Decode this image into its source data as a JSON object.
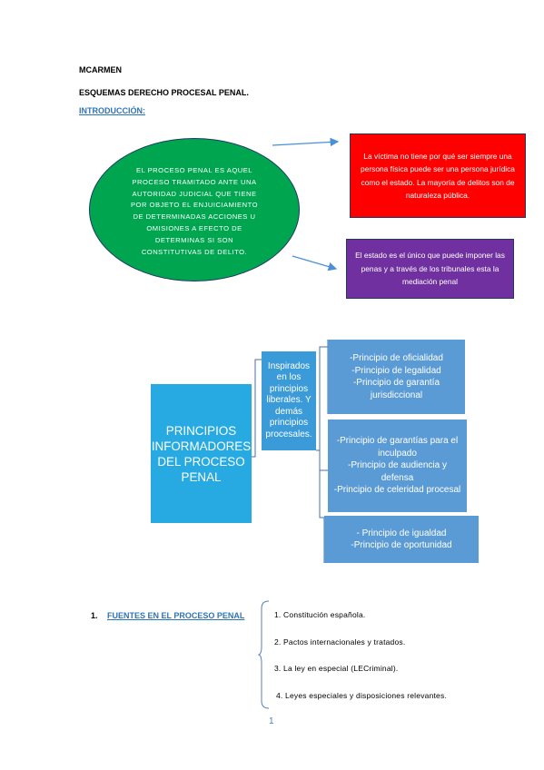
{
  "header": {
    "author": "MCARMEN",
    "title": "ESQUEMAS DERECHO PROCESAL PENAL.",
    "intro_link": "INTRODUCCIÓN:"
  },
  "intro": {
    "ellipse_lines": [
      "EL PROCESO PENAL ES AQUEL",
      "PROCESO TRAMITADO ANTE UNA",
      "AUTORIDAD JUDICIAL QUE TIENE",
      "POR OBJETO EL ENJUICIAMIENTO",
      "DE DETERMINADAS ACCIONES U",
      "OMISIONES A EFECTO DE",
      "DETERMINAS SI SON",
      "CONSTITUTIVAS DE DELITO."
    ],
    "red_box": "La víctima no tiene por qué ser siempre una persona física puede ser una persona jurídica como el estado. La mayoría de delitos son de naturaleza pública.",
    "purple_box": "El estado es el único que puede imponer las penas y a través de los tribunales esta la mediación penal",
    "colors": {
      "ellipse": "#00a550",
      "red_box": "#ff0000",
      "purple_box": "#7030a0",
      "arrow": "#4a90d9"
    }
  },
  "principles": {
    "main": "PRINCIPIOS INFORMADORES DEL PROCESO PENAL",
    "inspired": "Inspirados en los principios liberales. Y demás principios procesales.",
    "group1": [
      "-Principio de oficialidad",
      "-Principio de legalidad",
      "-Principio de garantía jurisdiccional"
    ],
    "group2": [
      "-Principio de garantías para el inculpado",
      "-Principio de audiencia y defensa",
      "-Principio de celeridad procesal"
    ],
    "group3": [
      "- Principio de igualdad",
      "-Principio de oportunidad"
    ],
    "colors": {
      "main": "#27aae1",
      "inspired": "#3b9ad8",
      "groups": "#5b9bd5"
    }
  },
  "sources": {
    "number": "1.",
    "heading": "FUENTES EN EL PROCESO PENAL",
    "items": [
      "1. Constitución española.",
      "2. Pactos internacionales y tratados.",
      "3. La ley en especial (LECriminal).",
      "4. Leyes especiales y disposiciones relevantes."
    ]
  },
  "footer": {
    "page_number": "1"
  }
}
